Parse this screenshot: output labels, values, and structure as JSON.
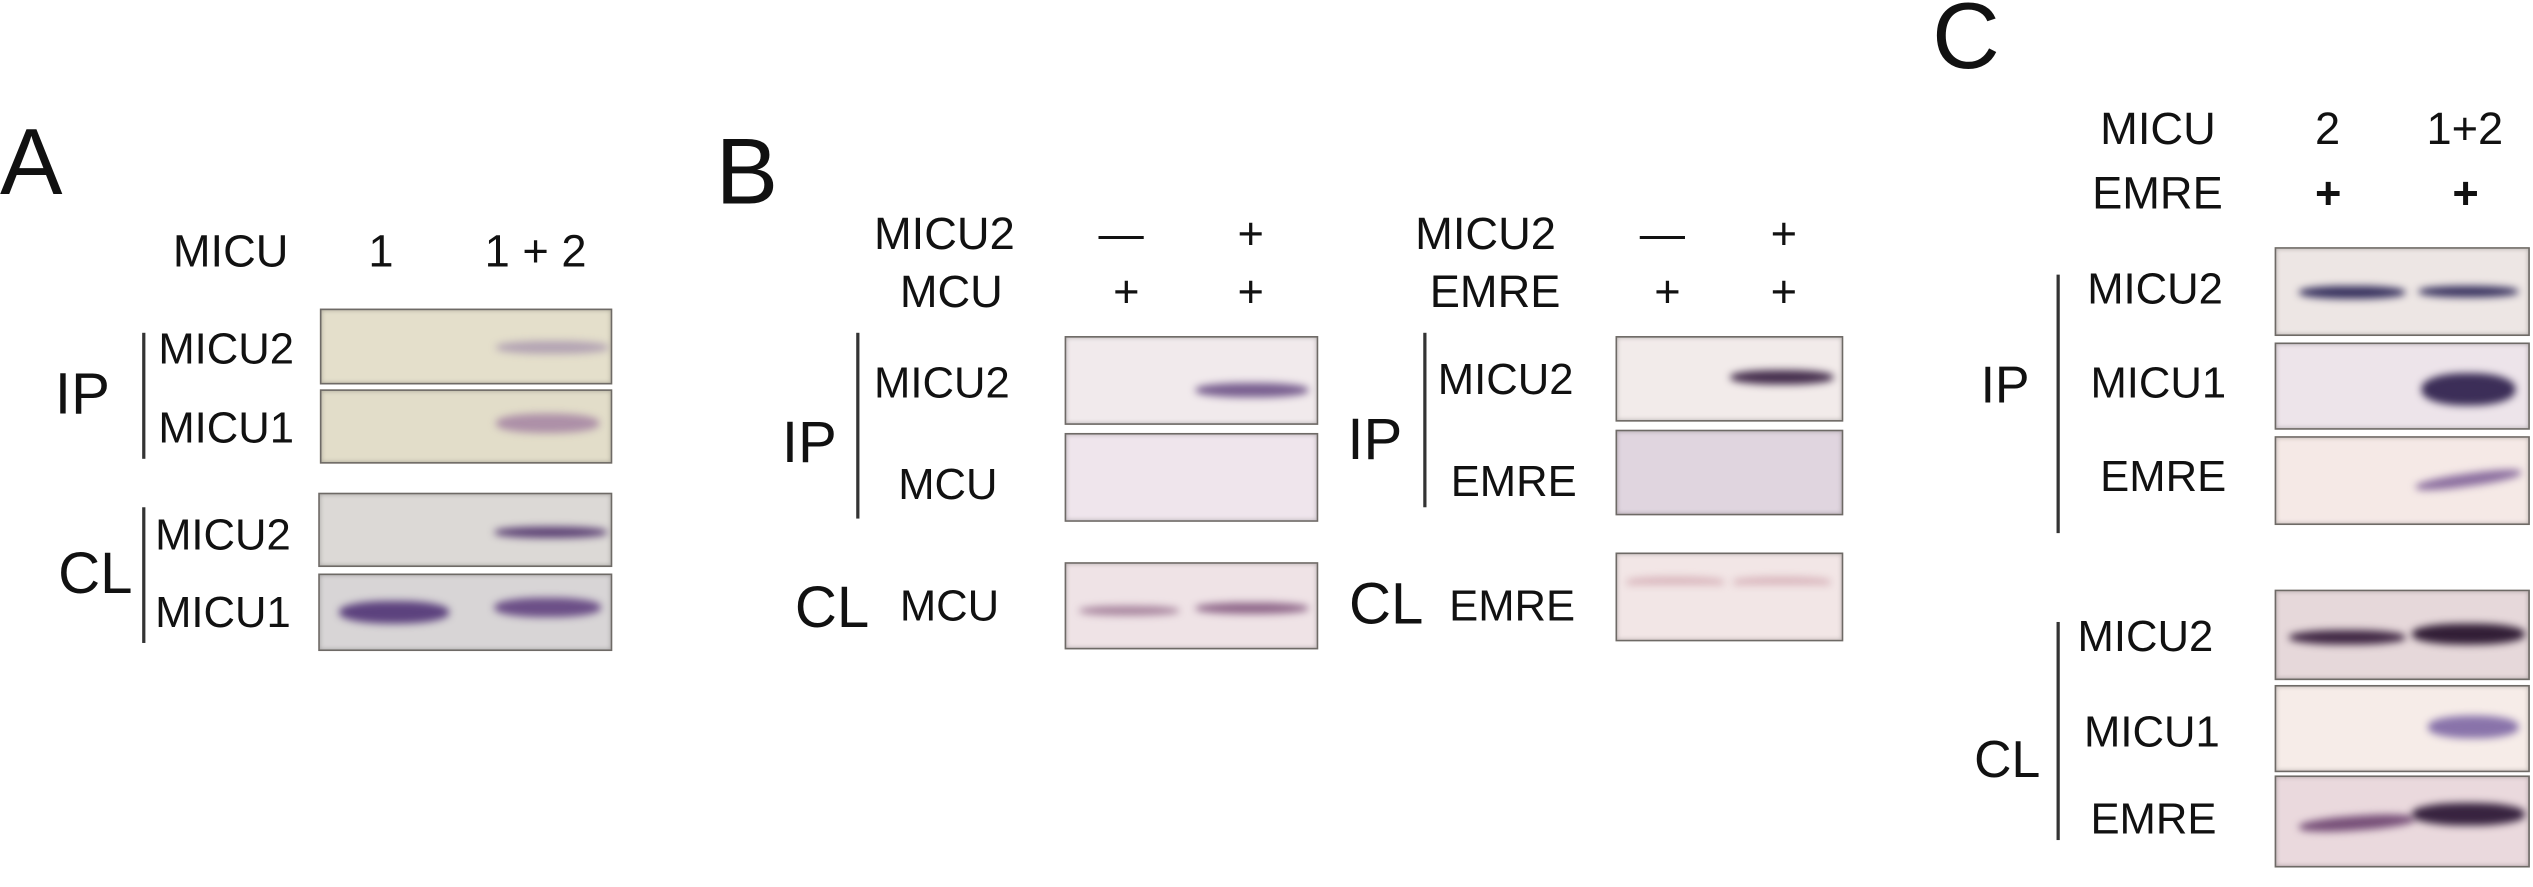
{
  "panel_a": {
    "letter": "A",
    "header": {
      "label": "MICU",
      "lanes": [
        "1",
        "1 + 2"
      ]
    },
    "ip": {
      "group": "IP",
      "rows": [
        "MICU2",
        "MICU1"
      ]
    },
    "cl": {
      "group": "CL",
      "rows": [
        "MICU2",
        "MICU1"
      ]
    }
  },
  "panel_b": {
    "letter": "B",
    "left": {
      "header": [
        {
          "label": "MICU2",
          "lanes": [
            "—",
            "+"
          ]
        },
        {
          "label": "MCU",
          "lanes": [
            "+",
            "+"
          ]
        }
      ],
      "ip": {
        "group": "IP",
        "rows": [
          "MICU2",
          "MCU"
        ]
      },
      "cl": {
        "group": "CL",
        "rows": [
          "MCU"
        ]
      }
    },
    "right": {
      "header": [
        {
          "label": "MICU2",
          "lanes": [
            "—",
            "+"
          ]
        },
        {
          "label": "EMRE",
          "lanes": [
            "+",
            "+"
          ]
        }
      ],
      "ip": {
        "group": "IP",
        "rows": [
          "MICU2",
          "EMRE"
        ]
      },
      "cl": {
        "group": "CL",
        "rows": [
          "EMRE"
        ]
      }
    }
  },
  "panel_c": {
    "letter": "C",
    "header": [
      {
        "label": "MICU",
        "lanes": [
          "2",
          "1+2"
        ]
      },
      {
        "label": "EMRE",
        "lanes": [
          "+",
          "+"
        ]
      }
    ],
    "ip": {
      "group": "IP",
      "rows": [
        "MICU2",
        "MICU1",
        "EMRE"
      ]
    },
    "cl": {
      "group": "CL",
      "rows": [
        "MICU2",
        "MICU1",
        "EMRE"
      ]
    }
  },
  "colors": {
    "band": "#3c2a5a",
    "membrane_a": "#e6e1cf",
    "membrane_pink": "#efe4e6"
  }
}
